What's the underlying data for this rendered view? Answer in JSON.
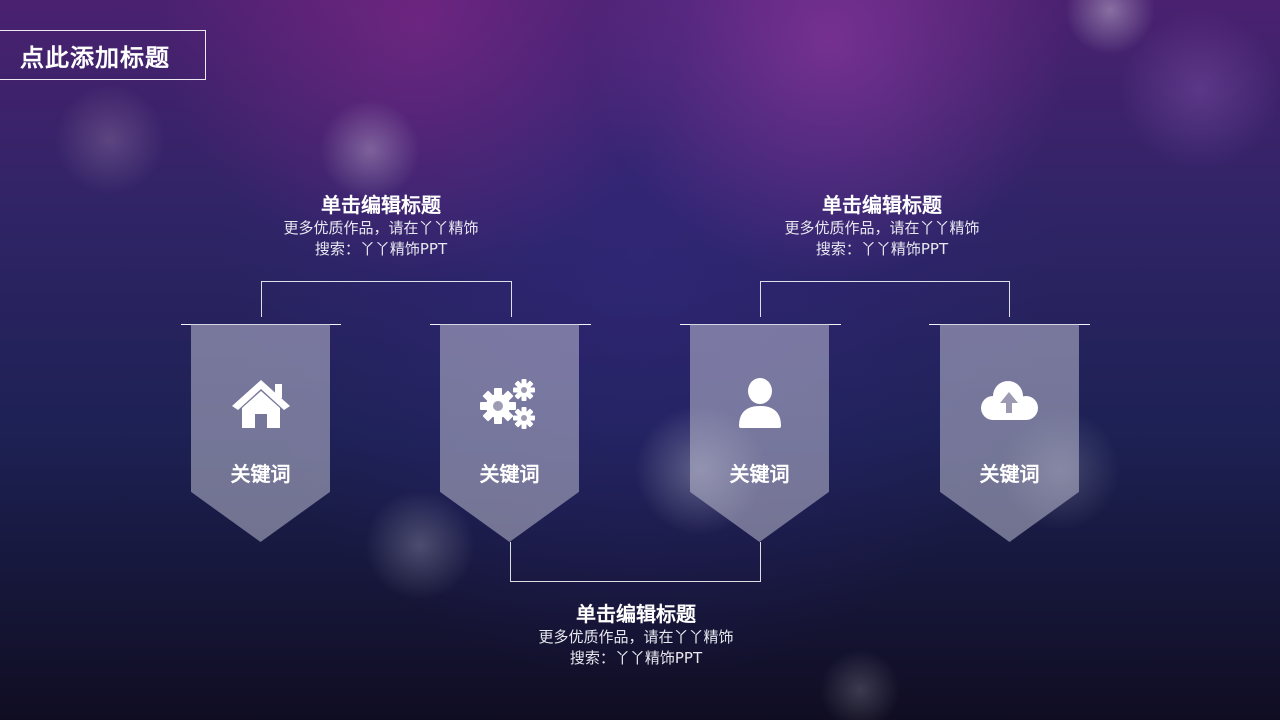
{
  "slide": {
    "title": "点此添加标题"
  },
  "groups": [
    {
      "heading": "单击编辑标题",
      "line1": "更多优质作品，请在丫丫精饰",
      "line2": "搜索：丫丫精饰PPT"
    },
    {
      "heading": "单击编辑标题",
      "line1": "更多优质作品，请在丫丫精饰",
      "line2": "搜索：丫丫精饰PPT"
    },
    {
      "heading": "单击编辑标题",
      "line1": "更多优质作品，请在丫丫精饰",
      "line2": "搜索：丫丫精饰PPT"
    }
  ],
  "ribbons": [
    {
      "icon": "home-icon",
      "label": "关键词"
    },
    {
      "icon": "gears-icon",
      "label": "关键词"
    },
    {
      "icon": "user-icon",
      "label": "关键词"
    },
    {
      "icon": "cloud-upload-icon",
      "label": "关键词"
    }
  ]
}
